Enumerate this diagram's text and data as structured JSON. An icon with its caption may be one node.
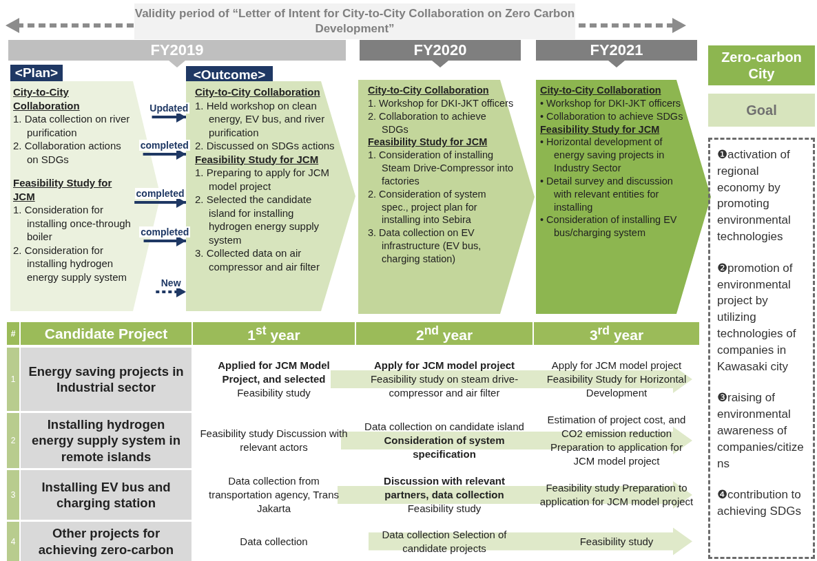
{
  "diagram": {
    "title": "Validity period of “Letter of Intent for City-to-City Collaboration on Zero Carbon Development”",
    "nodes": [
      {
        "text": [
          "FY2019"
        ]
      },
      {
        "text": [
          "FY2020"
        ]
      },
      {
        "text": [
          "FY2021"
        ]
      },
      {
        "text": [
          "Zero-carbon City"
        ]
      },
      {
        "text": [
          "<Plan>"
        ]
      },
      {
        "text": [
          "City-to-City Collaboration",
          "1. Data collection on river purification",
          "2. Collaboration actions on SDGs",
          "Feasibility Study for JCM",
          "1. Consideration for installing once-through boiler",
          "2. Consideration for installing hydrogen energy supply system"
        ]
      },
      {
        "text": [
          "<Outcome>"
        ]
      },
      {
        "text": [
          "City-to-City Collaboration",
          "1. Held workshop on clean energy, EV bus, and river purification",
          "2. Discussed on SDGs actions",
          "Feasibility Study for JCM",
          "1. Preparing to apply for JCM model project",
          "2. Selected the candidate island for installing hydrogen energy supply system",
          "3. Collected data on air compressor and air filter"
        ]
      },
      {
        "text": [
          "City-to-City Collaboration",
          "1. Workshop for DKI-JKT officers",
          "2. Collaboration to achieve SDGs",
          "Feasibility Study for JCM",
          "1. Consideration of installing Steam Drive-Compressor into factories",
          "2. Consideration of system spec., project plan for installing into Sebira",
          "3. Data collection on EV infrastructure (EV bus, charging station)"
        ]
      },
      {
        "text": [
          "City-to-City Collaboration",
          "• Workshop for DKI-JKT officers",
          "• Collaboration to achieve SDGs",
          "Feasibility Study for JCM",
          "• Horizontal development of energy saving projects in Industry Sector",
          "• Detail survey and discussion with relevant entities for installing",
          "• Consideration of installing EV bus/charging system"
        ]
      },
      {
        "text": [
          "Goal"
        ]
      },
      {
        "text": [
          "❶activation of regional economy by promoting environmental technologies",
          "❷promotion of environmental project by utilizing technologies of companies in Kawasaki city",
          "❸raising of environmental awareness of companies/citizens",
          "❹contribution to achieving SDGs"
        ]
      }
    ],
    "edges": [
      {
        "from": 5,
        "to": 7,
        "arrow": "to",
        "label": "Updated"
      },
      {
        "from": 5,
        "to": 7,
        "arrow": "to",
        "label": "completed"
      },
      {
        "from": 5,
        "to": 7,
        "arrow": "to",
        "label": "completed"
      },
      {
        "from": 5,
        "to": 7,
        "arrow": "to",
        "label": "completed"
      },
      {
        "from": 5,
        "to": 7,
        "arrow": "to",
        "label": "New",
        "style": "dashed"
      }
    ],
    "labels": [
      "#",
      "Candidate Project",
      "1$^{st}$ year",
      "2$^{nd}$ year",
      "3$^{rd}$ year",
      "1",
      "Energy saving projects in Industrial sector",
      "**Applied for JCM Model Project, and selected** Feasibility study",
      "**Apply for JCM model project** Feasibility study on steam drive-compressor and air filter",
      "Apply for JCM model project Feasibility Study for Horizontal Development",
      "2",
      "Installing hydrogen energy supply system in remote islands",
      "Feasibility study Discussion with relevant actors",
      "Data collection on candidate island **Consideration of system specification**",
      "Estimation of project cost, and CO2 emission reduction Preparation to application for JCM model project",
      "3",
      "Installing EV bus and charging station",
      "Data collection from transportation agency, Trans Jakarta",
      "**Discussion with relevant partners, data collection** Feasibility study",
      "Feasibility study Preparation to application for JCM model project",
      "4",
      "Other projects for achieving zero-carbon",
      "Data collection",
      "Data collection Selection of candidate projects",
      "Feasibility study"
    ]
  }
}
